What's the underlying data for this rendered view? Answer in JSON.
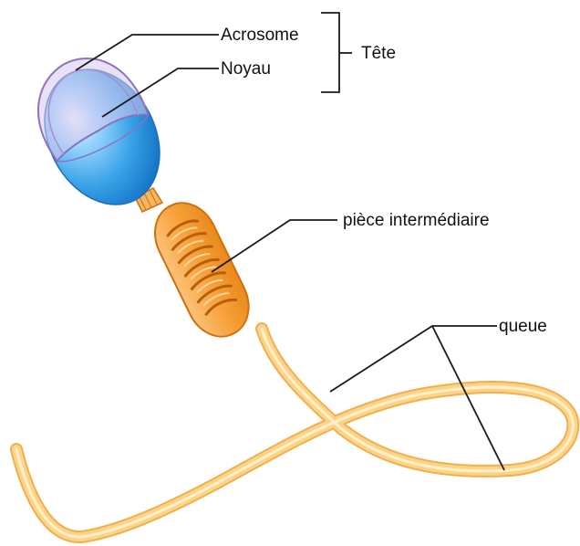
{
  "diagram": {
    "labels": {
      "acrosome": "Acrosome",
      "noyau": "Noyau",
      "tete": "Tête",
      "piece_intermediaire": "pièce intermédiaire",
      "queue": "queue"
    },
    "colors": {
      "acrosome_fill": "#d7c8ee",
      "acrosome_stroke": "#8d72c2",
      "nucleus_light": "#bfe8ff",
      "nucleus_mid": "#3aa3e8",
      "nucleus_dark": "#1474c6",
      "midpiece_fill": "#f7a23b",
      "midpiece_dark": "#cf6f0c",
      "tail_fill": "#fdd487",
      "tail_stroke": "#efb04f",
      "line": "#1a1a1a"
    }
  }
}
